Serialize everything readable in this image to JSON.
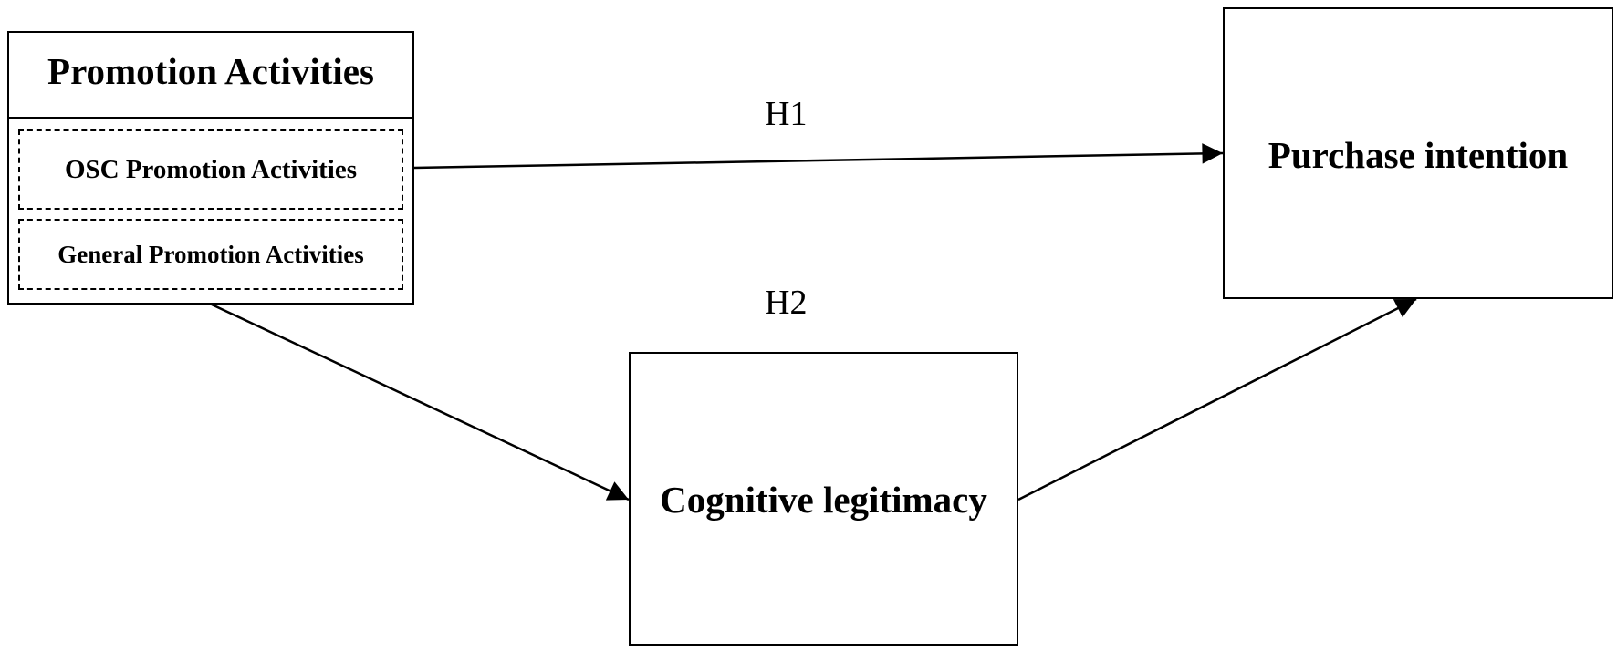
{
  "nodes": {
    "promotion_activities": {
      "title": "Promotion Activities",
      "sub_items": [
        "OSC Promotion Activities",
        "General Promotion Activities"
      ]
    },
    "purchase_intention": {
      "label": "Purchase intention"
    },
    "cognitive_legitimacy": {
      "label": "Cognitive legitimacy"
    }
  },
  "hypotheses": {
    "h1": "H1",
    "h2": "H2"
  },
  "colors": {
    "stroke": "#000000",
    "background": "#ffffff"
  }
}
